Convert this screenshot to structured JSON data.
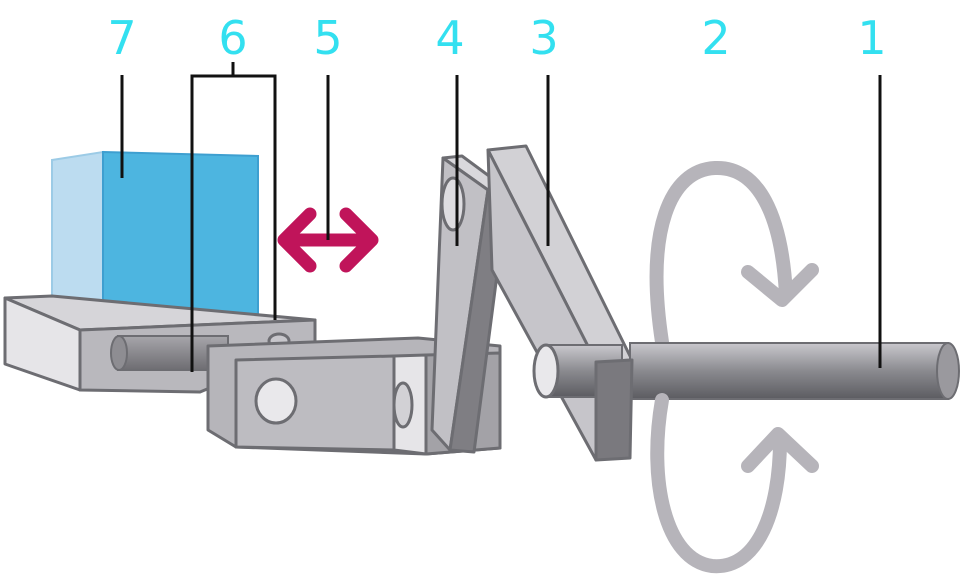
{
  "colors": {
    "label": "#33e0f0",
    "leader": "#111111",
    "arrow_linear": "#c0145a",
    "arrow_rotation": "#b6b4ba",
    "block": "#4db5e0",
    "metal_light": "#c4c2c8",
    "metal_dark": "#808084",
    "outline": "#6d6d72"
  },
  "labels": {
    "l1": "1",
    "l2": "2",
    "l3": "3",
    "l4": "4",
    "l5": "5",
    "l6": "6",
    "l7": "7"
  },
  "icons": {
    "linear_motion": "double-headed-arrow",
    "rotation": "circular-rotation-arrows"
  }
}
